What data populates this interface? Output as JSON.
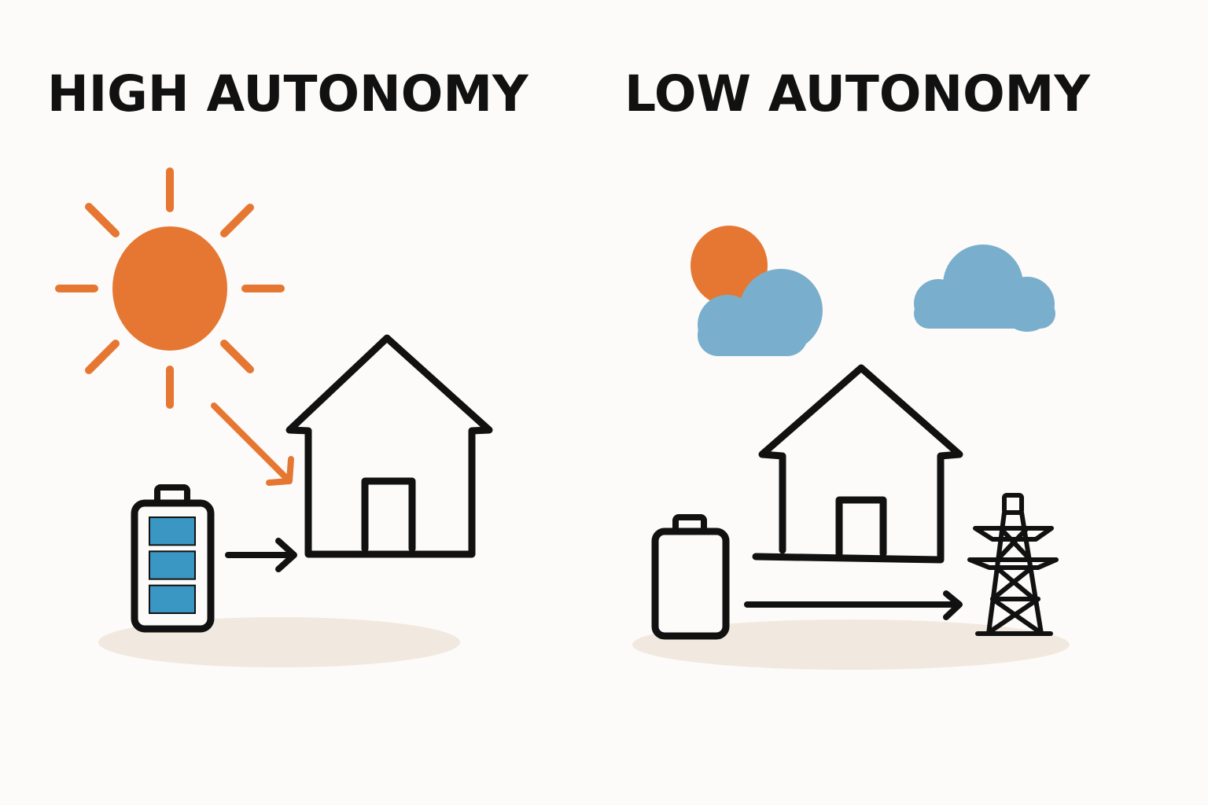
{
  "panels": {
    "high": {
      "title": "HIGH AUTONOMY",
      "battery_level": 1.0,
      "icons": [
        "sun-icon",
        "house-icon",
        "battery-icon",
        "arrow-icon"
      ]
    },
    "low": {
      "title": "LOW AUTONOMY",
      "battery_level": 0.0,
      "icons": [
        "sun-icon",
        "cloud-icon",
        "house-icon",
        "battery-icon",
        "power-pylon-icon",
        "arrow-icon"
      ]
    }
  },
  "colors": {
    "background": "#fcfbf9",
    "sun": "#e57732",
    "cloud": "#79afcc",
    "battery_cell": "#3a97c3",
    "outline": "#111111",
    "ground": "#f1e9df"
  }
}
